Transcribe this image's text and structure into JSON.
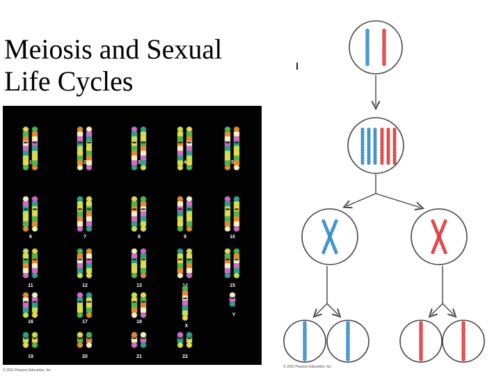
{
  "slide": {
    "title": "Meiosis and Sexual\nLife Cycles"
  },
  "karyotype": {
    "pair_labels": [
      "1",
      "2",
      "3",
      "4",
      "5",
      "6",
      "7",
      "8",
      "9",
      "10",
      "11",
      "12",
      "13",
      "14",
      "15",
      "16",
      "17",
      "18",
      "X",
      "Y",
      "19",
      "20",
      "21",
      "22"
    ]
  },
  "credits": {
    "left": "© 2011 Pearson Education, Inc.",
    "right": "© 2011 Pearson Education, Inc."
  },
  "colors": {
    "maternal": "#3a8fc8",
    "paternal": "#e04040",
    "outline": "#444444",
    "background": "#ffffff",
    "photo_background": "#020202"
  }
}
